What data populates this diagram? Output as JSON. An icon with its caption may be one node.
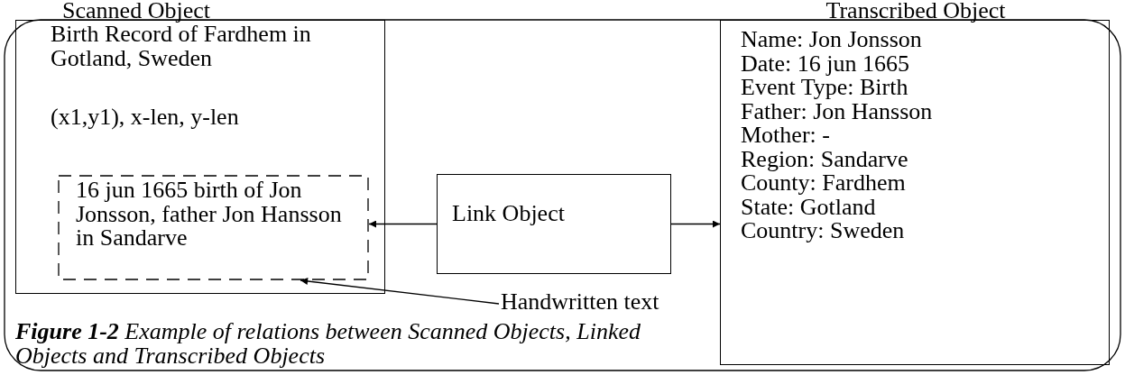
{
  "diagram": {
    "caption": "**Figure 1-2**  Example of relations between Scanned Objects, Linked Objects and Transcribed Objects",
    "nodes": [
      {
        "text": [
          "Scanned Object",
          "Birth Record of Fardhem in Gotland, Sweden",
          "(x1,y1), x-len, y-len"
        ]
      },
      {
        "text": [
          "16 jun 1665 birth of Jon Jonsson, father Jon Hansson in Sandarve"
        ],
        "in": 0
      },
      {
        "text": [
          "Link Object"
        ]
      },
      {
        "text": [
          "Transcribed Object",
          "Name: Jon Jonsson",
          "Date: 16 jun 1665",
          "Event Type: Birth",
          "Father: Jon Hansson",
          "Mother: -",
          "Region: Sandarve",
          "County: Fardhem",
          "State: Gotland",
          "Country: Sweden"
        ]
      },
      {
        "text": [
          "Handwritten text"
        ]
      }
    ],
    "edges": [
      {
        "from": 2,
        "to": 1,
        "arrow": "to"
      },
      {
        "from": 2,
        "to": 3,
        "arrow": "to"
      },
      {
        "from": 4,
        "to": 1,
        "arrow": "to"
      }
    ]
  }
}
